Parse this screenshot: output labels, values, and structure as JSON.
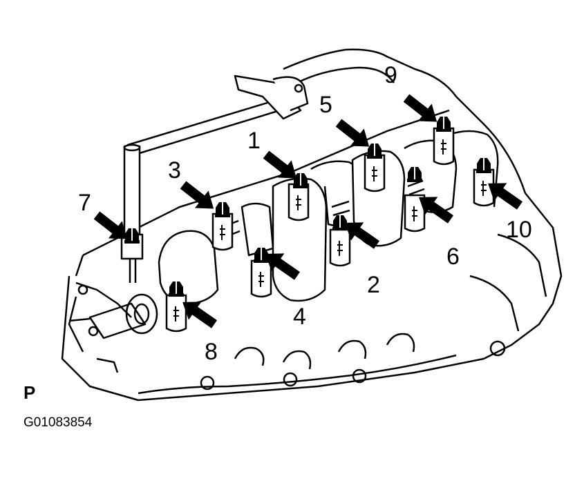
{
  "diagram": {
    "callouts": [
      "1",
      "2",
      "3",
      "4",
      "5",
      "6",
      "7",
      "8",
      "9",
      "10"
    ],
    "view_code": "P",
    "figure_id": "G01083854"
  },
  "colors": {
    "ink": "#000000",
    "paper": "#ffffff"
  }
}
